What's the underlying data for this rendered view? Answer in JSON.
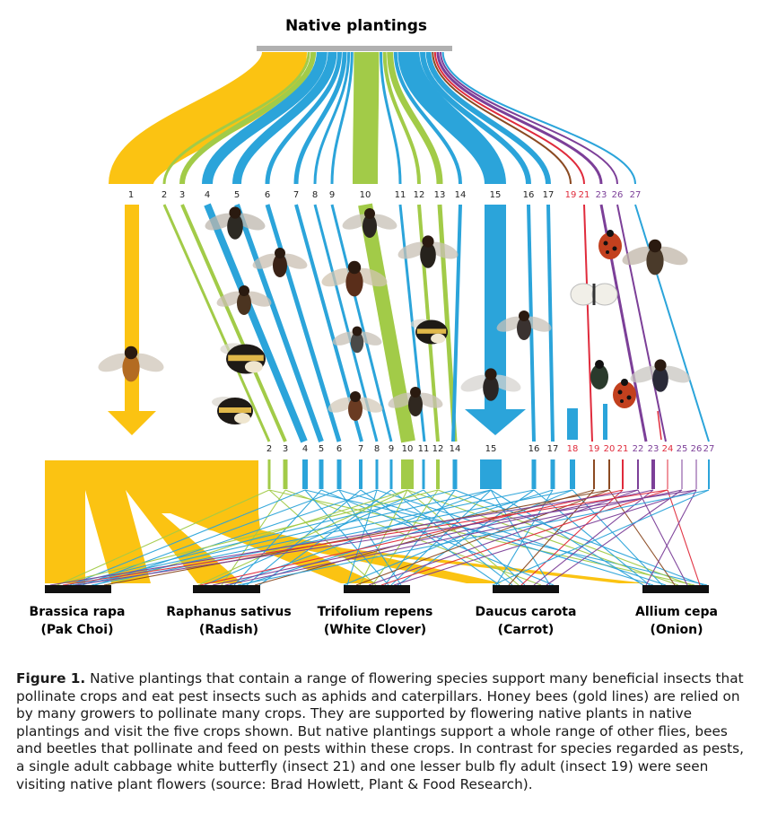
{
  "title": "Native plantings",
  "top_labels": [
    "1",
    "2",
    "3",
    "4",
    "5",
    "6",
    "7",
    "8",
    "9",
    "10",
    "11",
    "12",
    "13",
    "14",
    "15",
    "16",
    "17",
    "19",
    "21",
    "23",
    "26",
    "27"
  ],
  "bottom_labels": [
    "2",
    "3",
    "4",
    "5",
    "6",
    "7",
    "8",
    "9",
    "10",
    "11",
    "12",
    "14",
    "15",
    "16",
    "17",
    "18",
    "19",
    "20",
    "21",
    "22",
    "23",
    "24",
    "25",
    "26",
    "27"
  ],
  "crops": [
    {
      "name": "Brassica rapa",
      "common": "(Pak Choi)"
    },
    {
      "name": "Raphanus sativus",
      "common": "(Radish)"
    },
    {
      "name": "Trifolium repens",
      "common": "(White Clover)"
    },
    {
      "name": "Daucus carota",
      "common": "(Carrot)"
    },
    {
      "name": "Allium cepa",
      "common": "(Onion)"
    }
  ],
  "caption": {
    "label": "Figure 1.",
    "text": " Native plantings that contain a range of flowering species support many beneficial insects that pollinate crops and eat pest insects such as aphids and caterpillars. Honey bees (gold lines) are relied on by many growers to pollinate many crops. They are supported by flowering native plants in native plantings and visit the five crops shown. But native plantings support a whole range of other flies, bees and beetles that pollinate and feed on pests within these crops. In contrast for species regarded as pests, a single adult cabbage white butterfly (insect 21) and one lesser bulb fly adult (insect 19) were seen visiting native plant flowers (source: Brad Howlett, Plant & Food Research)."
  },
  "colors": {
    "honeybee": "#FBC312",
    "bee": "#A2CB48",
    "fly": "#2BA4DA",
    "pest": "#E02B3C",
    "beetle": "#7C3F98",
    "brown": "#8B4A22",
    "bar": "#111111",
    "source": "#B0B0B0"
  }
}
